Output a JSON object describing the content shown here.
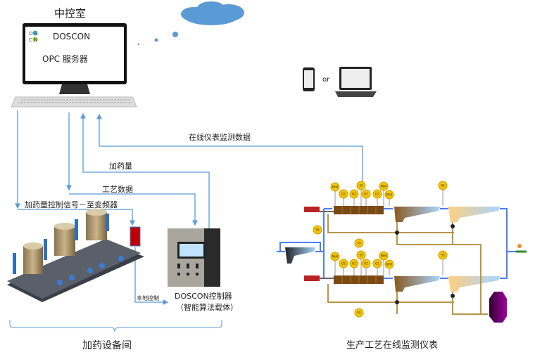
{
  "control_room": {
    "title": "中控室",
    "logo_text": "DOS CON",
    "brand": "DOSCON",
    "server": "OPC 服务器"
  },
  "remote": {
    "or_label": "or"
  },
  "signals": {
    "online_data": "在线仪表监测数据",
    "dosage": "加药量",
    "process_data": "工艺数据",
    "control_signal": "加药量控制信号－至变频器",
    "local_control": "本地控制"
  },
  "controller": {
    "name": "DOSCON控制器",
    "subtitle": "（智能算法载体）"
  },
  "dosing_room": {
    "title": "加药设备间"
  },
  "process": {
    "title": "生产工艺在线监测仪表",
    "sensor_labels": [
      "NH4",
      "O2",
      "O2",
      "O2",
      "O2",
      "NH4",
      "NO3",
      "SS"
    ]
  },
  "colors": {
    "signal_line": "#5b9bd5",
    "water_pipe": "#4d7cff",
    "sludge_pipe": "#b8954a",
    "sensor": "#f5c400",
    "cloud": "#5b9bd5"
  }
}
